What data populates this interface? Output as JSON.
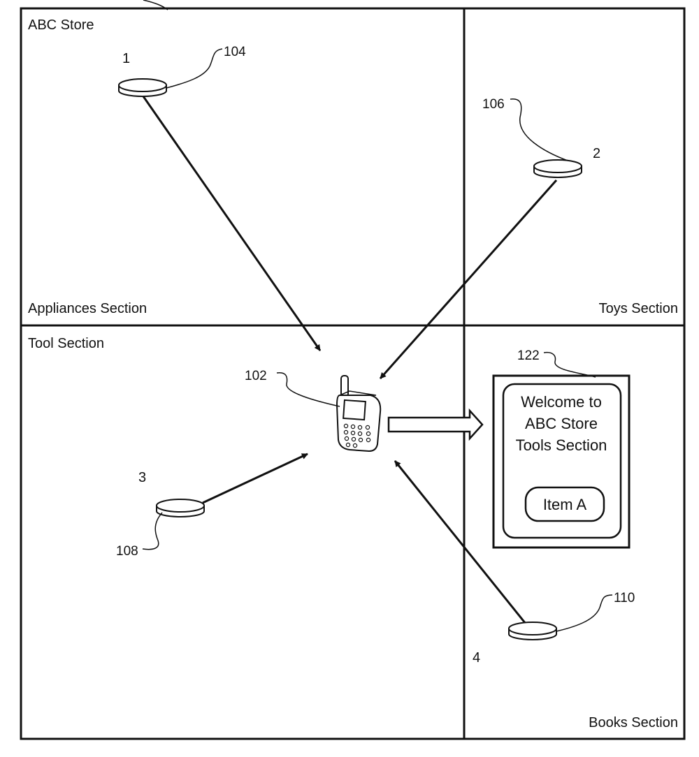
{
  "store": {
    "name": "ABC Store"
  },
  "sections": {
    "appliances": "Appliances Section",
    "toys": "Toys Section",
    "tool": "Tool Section",
    "books": "Books Section"
  },
  "beacons": [
    {
      "number": "1",
      "ref": "104"
    },
    {
      "number": "2",
      "ref": "106"
    },
    {
      "number": "3",
      "ref": "108"
    },
    {
      "number": "4",
      "ref": "110"
    }
  ],
  "mobile_device": {
    "ref": "102"
  },
  "display": {
    "ref": "122",
    "lines": [
      "Welcome to",
      "ABC Store",
      "Tools Section"
    ],
    "button_label": "Item A"
  }
}
